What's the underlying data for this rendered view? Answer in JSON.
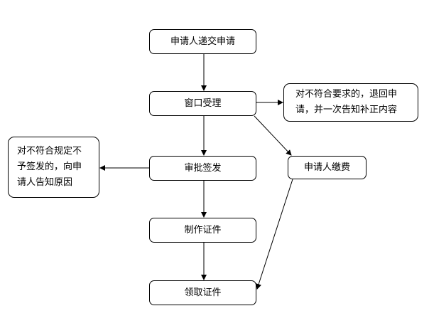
{
  "flowchart": {
    "nodes": {
      "submit": "申请人递交申请",
      "accept": "窗口受理",
      "approve": "审批签发",
      "produce": "制作证件",
      "collect": "领取证件",
      "pay": "申请人缴费",
      "supplement_note": "对不符合要求的，退回申\n请，并一次告知补正内容",
      "reject_note": "对不符合规定不\n予签发的，向申\n请人告知原因"
    },
    "edges": [
      {
        "from": "submit",
        "to": "accept"
      },
      {
        "from": "accept",
        "to": "approve"
      },
      {
        "from": "accept",
        "to": "supplement_note"
      },
      {
        "from": "accept",
        "to": "pay"
      },
      {
        "from": "approve",
        "to": "reject_note"
      },
      {
        "from": "approve",
        "to": "produce"
      },
      {
        "from": "produce",
        "to": "collect"
      },
      {
        "from": "pay",
        "to": "collect"
      }
    ]
  }
}
